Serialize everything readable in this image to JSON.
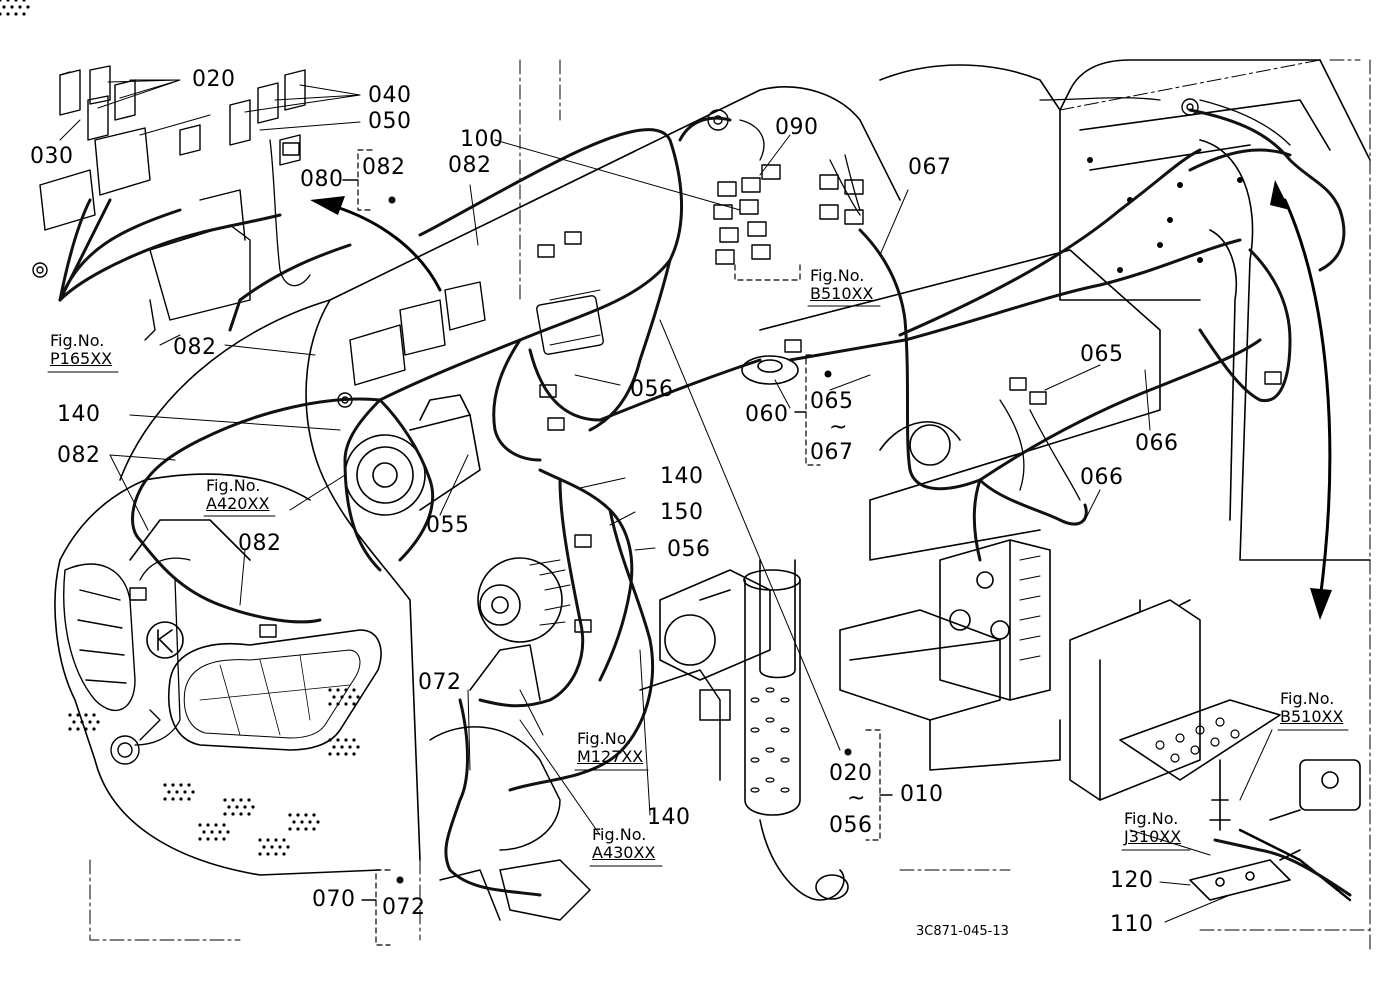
{
  "labels": {
    "p020a": "020",
    "p030": "030",
    "p040": "040",
    "p050": "050",
    "p080": "080",
    "p082a": "082",
    "p082b": "082",
    "p100": "100",
    "p090": "090",
    "p067a": "067",
    "p082c": "082",
    "p140a": "140",
    "p082d": "082",
    "p082e": "082",
    "p056a": "056",
    "p060": "060",
    "p065a": "065",
    "p065b": "065",
    "p067b": "067",
    "p066a": "066",
    "p066b": "066",
    "p055": "055",
    "p140b": "140",
    "p150": "150",
    "p056b": "056",
    "p072a": "072",
    "p140c": "140",
    "p020b": "020",
    "p056c": "056",
    "p010": "010",
    "p070": "070",
    "p072b": "072",
    "p120": "120",
    "p110": "110"
  },
  "figrefs": {
    "fig_label": "Fig.No.",
    "p165": "P165XX",
    "b510a": "B510XX",
    "a420": "A420XX",
    "m127": "M127XX",
    "a430": "A430XX",
    "b510b": "B510XX",
    "j310": "J310XX"
  },
  "doc_id": "3C871-045-13"
}
